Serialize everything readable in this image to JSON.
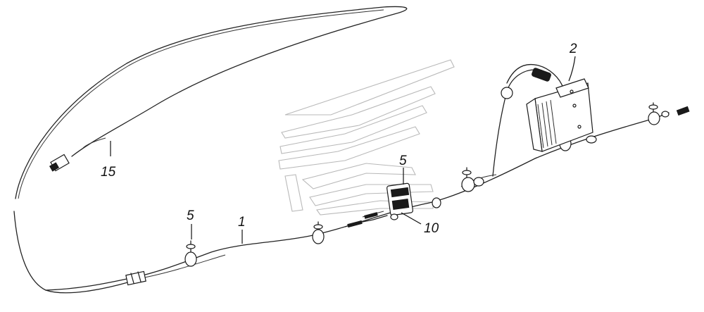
{
  "callouts": {
    "harness_main": "1",
    "control_unit": "2",
    "clip_left": "5",
    "clip_center": "5",
    "switch_block": "10",
    "antenna_lead": "15"
  },
  "colors": {
    "line": "#222222",
    "watermark": "#b9b9b9",
    "background": "#ffffff"
  }
}
